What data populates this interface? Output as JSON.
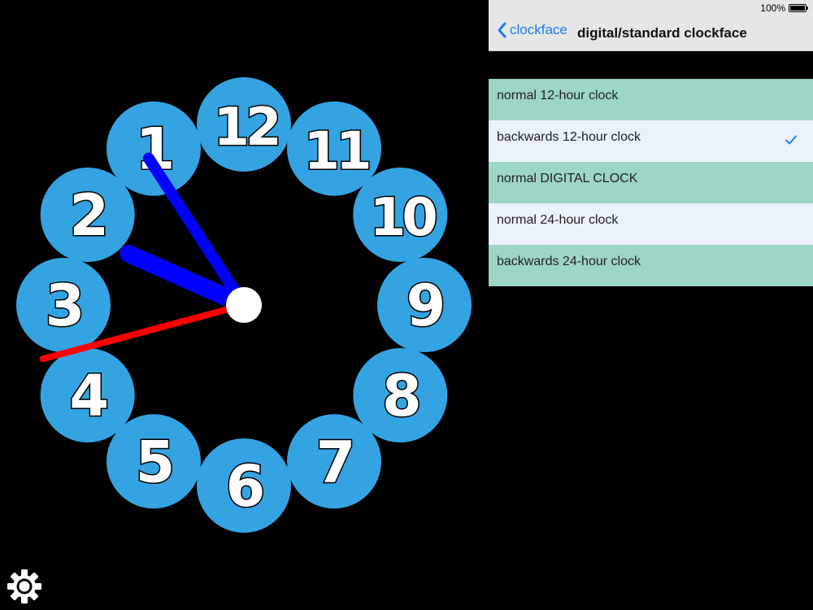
{
  "status_bar": {
    "battery_text": "100%",
    "battery_level": 1.0
  },
  "navbar": {
    "back_label": "clockface",
    "title": "digital/standard clockface"
  },
  "options": [
    {
      "label": "normal 12-hour clock",
      "selected": false
    },
    {
      "label": "backwards 12-hour clock",
      "selected": true
    },
    {
      "label": "normal DIGITAL CLOCK",
      "selected": false
    },
    {
      "label": "normal 24-hour clock",
      "selected": false
    },
    {
      "label": "backwards 24-hour clock",
      "selected": false
    }
  ],
  "clock": {
    "numerals": [
      "12",
      "11",
      "10",
      "9",
      "8",
      "7",
      "6",
      "5",
      "4",
      "3",
      "2",
      "1"
    ],
    "hands": {
      "hour_position": 2.2,
      "minute_position": 1.1,
      "second_position": 3.5
    }
  },
  "colors": {
    "circle": "#34a3e2",
    "hour_hand": "#0000ff",
    "minute_hand": "#0000ff",
    "second_hand": "#ff0000",
    "hub": "#ffffff",
    "accent": "#1a7ef5",
    "row_teal": "#9dd5c6",
    "row_light": "#eaf2fc"
  },
  "icons": {
    "settings": "gear-icon",
    "back": "chevron-left-icon",
    "check": "checkmark-icon"
  }
}
